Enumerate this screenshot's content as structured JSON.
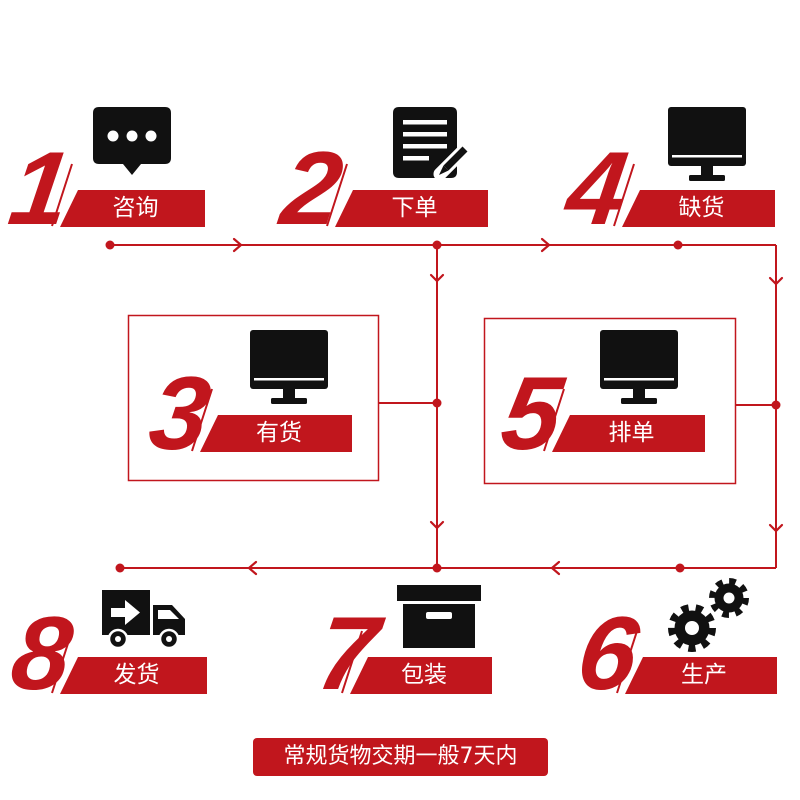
{
  "steps": [
    {
      "number": "1",
      "label": "咨询",
      "icon": "chat-bubble-icon"
    },
    {
      "number": "2",
      "label": "下单",
      "icon": "document-pen-icon"
    },
    {
      "number": "3",
      "label": "有货",
      "icon": "monitor-icon"
    },
    {
      "number": "4",
      "label": "缺货",
      "icon": "monitor-icon"
    },
    {
      "number": "5",
      "label": "排单",
      "icon": "monitor-icon"
    },
    {
      "number": "6",
      "label": "生产",
      "icon": "gears-icon"
    },
    {
      "number": "7",
      "label": "包装",
      "icon": "package-box-icon"
    },
    {
      "number": "8",
      "label": "发货",
      "icon": "delivery-truck-icon"
    }
  ],
  "caption": "常规货物交期一般7天内",
  "colors": {
    "accent": "#c1161d",
    "icon": "#111111",
    "label_text": "#ffffff",
    "background": "#ffffff"
  }
}
